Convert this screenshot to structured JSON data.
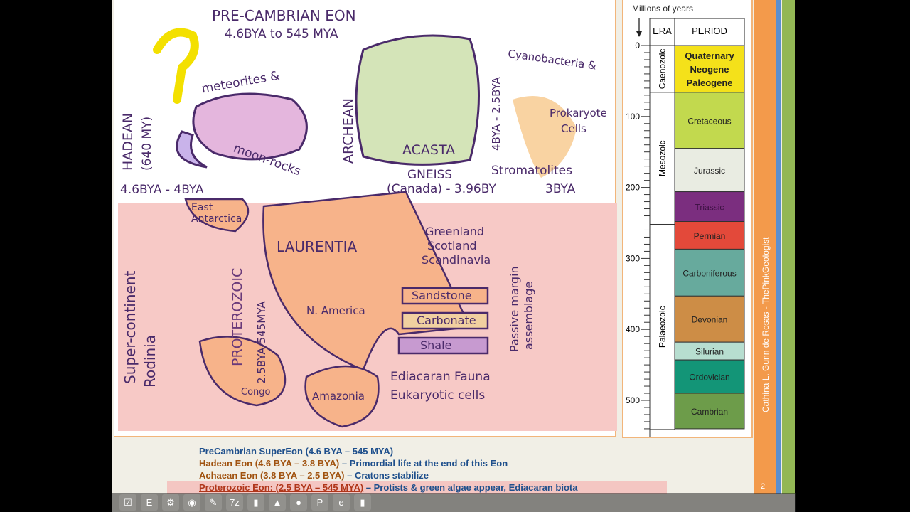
{
  "drawing": {
    "title": "PRE-CAMBRIAN EON",
    "title_range": "4.6BYA to 545 MYA",
    "hadean": "HADEAN",
    "hadean_dur": "(640 MY)",
    "hadean_range": "4.6BYA - 4BYA",
    "meteorites": "meteorites &",
    "moonrocks": "moon-rocks",
    "archean": "ARCHEAN",
    "acasta": "ACASTA",
    "gneiss": "GNEISS",
    "gneiss_loc": "(Canada) - 3.96BY",
    "archean_range": "4BYA - 2.5BYA",
    "cyano": "Cyanobacteria &",
    "prokaryote": "Prokaryote",
    "cells": "Cells",
    "stromatolites": "Stromatolites",
    "stroma_age": "3BYA",
    "east_antarctica": "East Antarctica",
    "laurentia": "LAURENTIA",
    "n_america": "N. America",
    "greenland": "Greenland",
    "scotland": "Scotland",
    "scandinavia": "Scandinavia",
    "sandstone": "Sandstone",
    "carbonate": "Carbonate",
    "shale": "Shale",
    "passive": "Passive margin",
    "assemblage": "assemblage",
    "supercontinent": "Super-continent",
    "rodinia": "Rodinia",
    "proterozoic": "PROTEROZOIC",
    "proterozoic_range": "2.5BYA-545MYA",
    "congo": "Congo",
    "amazonia": "Amazonia",
    "ediacaran": "Ediacaran Fauna",
    "eukaryotic": "Eukaryotic cells"
  },
  "chart_data": {
    "type": "table",
    "title": "Millions of years",
    "headers": [
      "ERA",
      "PERIOD"
    ],
    "ticks": [
      0,
      100,
      200,
      300,
      400,
      500
    ],
    "ylim": [
      0,
      545
    ],
    "eras": [
      {
        "name": "Caenozoic",
        "start": 0,
        "end": 66
      },
      {
        "name": "Mesozoic",
        "start": 66,
        "end": 252
      },
      {
        "name": "Palaeozoic",
        "start": 252,
        "end": 541
      }
    ],
    "periods": [
      {
        "name": "Quaternary\nNeogene\nPaleogene",
        "start": 0,
        "end": 66,
        "color": "#f4e11a"
      },
      {
        "name": "Cretaceous",
        "start": 66,
        "end": 145,
        "color": "#c2d94e"
      },
      {
        "name": "Jurassic",
        "start": 145,
        "end": 206,
        "color": "#e9ece2"
      },
      {
        "name": "Triassic",
        "start": 206,
        "end": 248,
        "color": "#7b2e7f"
      },
      {
        "name": "Permian",
        "start": 248,
        "end": 287,
        "color": "#e3493a"
      },
      {
        "name": "Carboniferous",
        "start": 287,
        "end": 353,
        "color": "#67aa9d"
      },
      {
        "name": "Devonian",
        "start": 353,
        "end": 418,
        "color": "#cd8d46"
      },
      {
        "name": "Silurian",
        "start": 418,
        "end": 443,
        "color": "#b7ded0"
      },
      {
        "name": "Ordovician",
        "start": 443,
        "end": 490,
        "color": "#139577"
      },
      {
        "name": "Cambrian",
        "start": 490,
        "end": 540,
        "color": "#6d9c4a"
      }
    ]
  },
  "credit": "Cathina L. Gunn de Rosas - ThePinkGeologist",
  "page_number": "2",
  "notes": [
    {
      "a": "PreCambrian SuperEon (4.6 BYA – 545 MYA)",
      "b": "",
      "color": "#1e4f8c"
    },
    {
      "a": "Hadean Eon (4.6 BYA – 3.8 BYA)",
      "b": " – Primordial life at the end of this Eon",
      "color": "#a0520f"
    },
    {
      "a": "Achaean Eon (3.8 BYA – 2.5 BYA)",
      "b": " – Cratons stabilize",
      "color": "#a0520f"
    },
    {
      "a": "Proterozoic Eon: (2.5 BYA – 545 MYA)",
      "b": " – Protists & green algae appear, Ediacaran biota",
      "color": "#b0361a"
    }
  ],
  "taskbar": [
    "checklist",
    "editor",
    "steam",
    "firefox",
    "app",
    "7zip",
    "app2",
    "vlc",
    "paint",
    "powerpoint",
    "ie",
    "camcorder"
  ]
}
